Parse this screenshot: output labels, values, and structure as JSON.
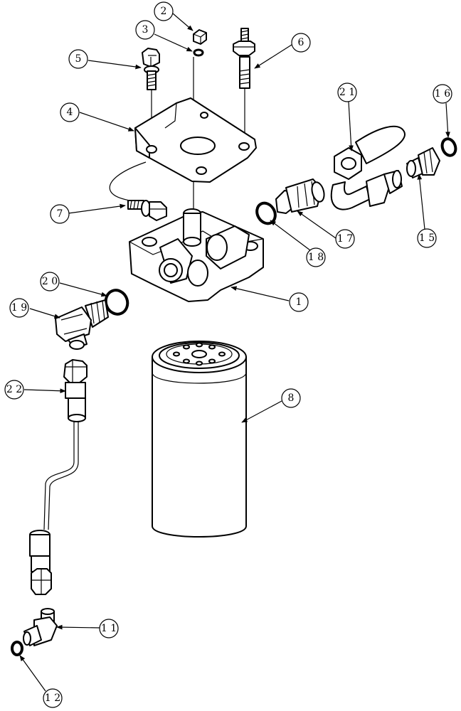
{
  "callouts": [
    {
      "id": "c2-top",
      "text": "2"
    },
    {
      "id": "c3",
      "text": "3"
    },
    {
      "id": "c5",
      "text": "5"
    },
    {
      "id": "c6",
      "text": "6"
    },
    {
      "id": "c4",
      "text": "4"
    },
    {
      "id": "c21",
      "text": "2 1"
    },
    {
      "id": "c16",
      "text": "1 6"
    },
    {
      "id": "c7-left",
      "text": "7"
    },
    {
      "id": "c17",
      "text": "1 7"
    },
    {
      "id": "c15",
      "text": "1 5"
    },
    {
      "id": "c18",
      "text": "1 8"
    },
    {
      "id": "c20",
      "text": "2 0"
    },
    {
      "id": "c1-base",
      "text": "1"
    },
    {
      "id": "c19",
      "text": "1 9"
    },
    {
      "id": "c22",
      "text": "2 2"
    },
    {
      "id": "c8",
      "text": "8"
    },
    {
      "id": "c11",
      "text": "1 1"
    },
    {
      "id": "c12",
      "text": "1 2"
    }
  ]
}
